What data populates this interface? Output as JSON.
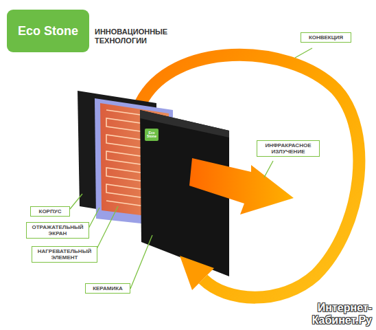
{
  "diagram": {
    "nodes": [
      {
        "text": [
          "Eco Stone"
        ]
      },
      {
        "text": [
          "КОНВЕКЦИЯ"
        ]
      },
      {
        "text": [
          "ИНФРАКРАСНОЕ ИЗЛУЧЕНИЕ"
        ]
      },
      {
        "text": [
          "Eco Stone"
        ]
      },
      {
        "text": [
          "КОРПУС"
        ]
      },
      {
        "text": [
          "ОТРАЖАТЕЛЬНЫЙ ЭКРАН"
        ]
      },
      {
        "text": [
          "НАГРЕВАТЕЛЬНЫЙ ЭЛЕМЕНТ"
        ]
      },
      {
        "text": [
          "КЕРАМИКА"
        ]
      }
    ],
    "labels": [
      "ИННОВАЦИОННЫЕ ТЕХНОЛОГИИ",
      "Интернет-Кабинет.Ру"
    ]
  }
}
